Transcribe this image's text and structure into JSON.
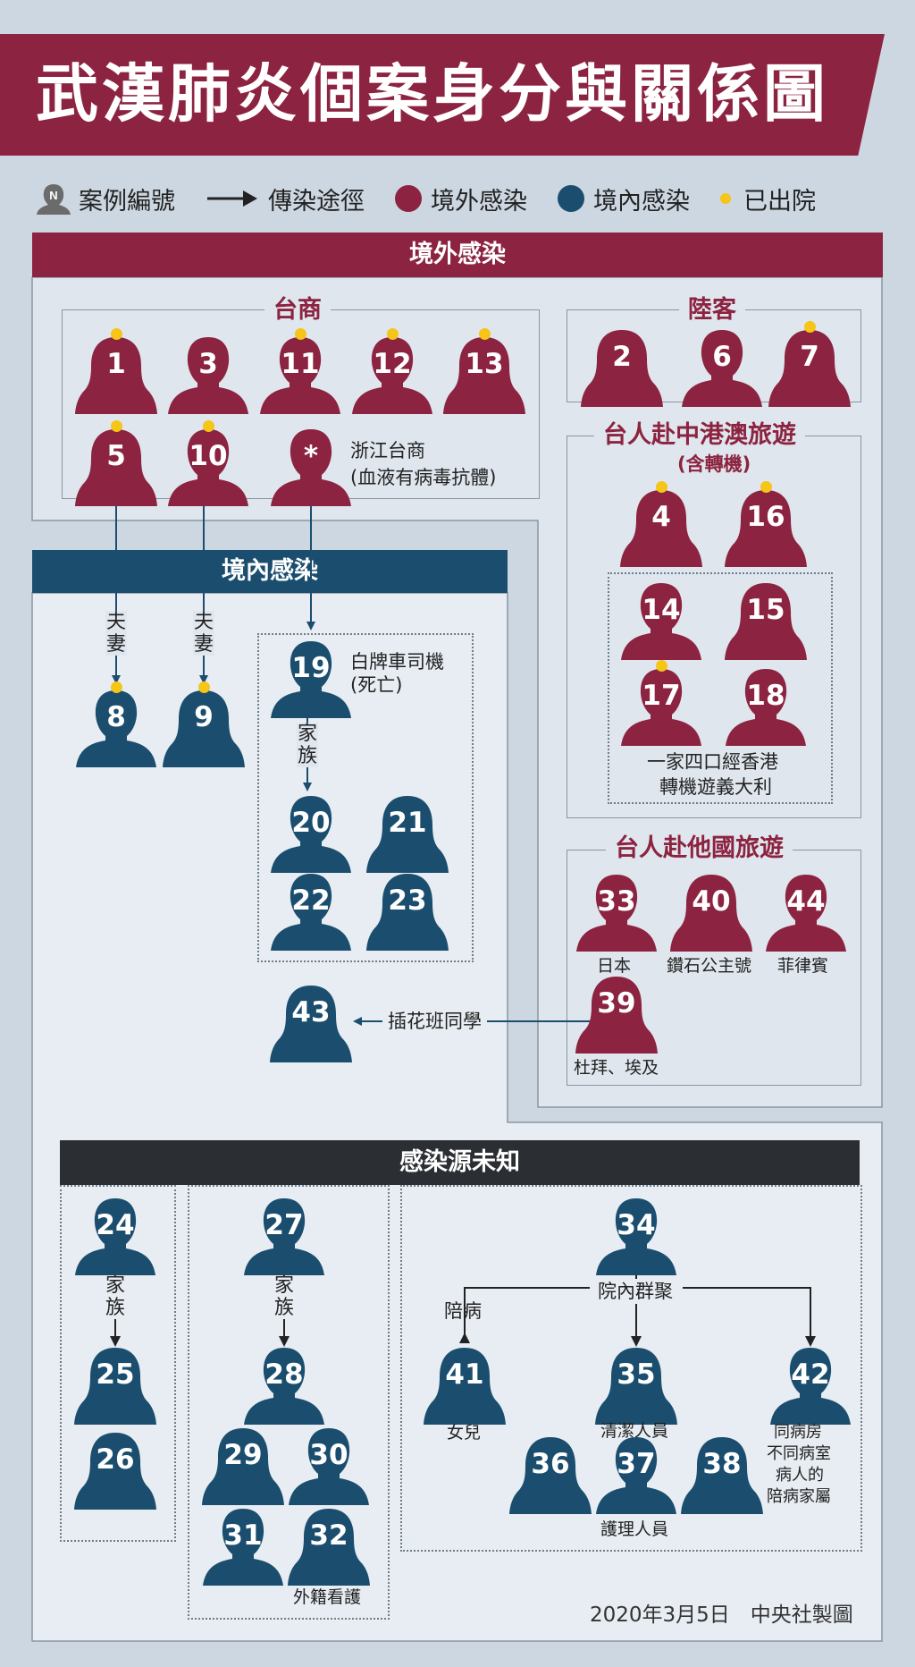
{
  "title": "武漢肺炎個案身分與關係圖",
  "legend": {
    "case_number_icon": "N",
    "case_number": "案例編號",
    "transmission": "傳染途徑",
    "imported": "境外感染",
    "local": "境內感染",
    "discharged": "已出院"
  },
  "colors": {
    "imported": "#8c2340",
    "local": "#1b4e6e",
    "discharged_dot": "#f5c518",
    "unknown_header": "#2b2e33"
  },
  "sections": {
    "imported": "境外感染",
    "local": "境內感染",
    "unknown": "感染源未知"
  },
  "groups": {
    "taishang": "台商",
    "luke": "陸客",
    "hk_macau": "台人赴中港澳旅遊",
    "hk_macau_sub": "(含轉機)",
    "other_countries": "台人赴他國旅遊"
  },
  "cases": {
    "c1": "1",
    "c3": "3",
    "c11": "11",
    "c12": "12",
    "c13": "13",
    "c5": "5",
    "c10": "10",
    "cstar": "*",
    "c2": "2",
    "c6": "6",
    "c7": "7",
    "c4": "4",
    "c16": "16",
    "c14": "14",
    "c15": "15",
    "c17": "17",
    "c18": "18",
    "c33": "33",
    "c40": "40",
    "c44": "44",
    "c39": "39",
    "c8": "8",
    "c9": "9",
    "c19": "19",
    "c20": "20",
    "c21": "21",
    "c22": "22",
    "c23": "23",
    "c43": "43",
    "c24": "24",
    "c25": "25",
    "c26": "26",
    "c27": "27",
    "c28": "28",
    "c29": "29",
    "c30": "30",
    "c31": "31",
    "c32": "32",
    "c34": "34",
    "c41": "41",
    "c35": "35",
    "c42": "42",
    "c36": "36",
    "c37": "37",
    "c38": "38"
  },
  "notes": {
    "zhejiang_1": "浙江台商",
    "zhejiang_2": "(血液有病毒抗體)",
    "family_four_1": "一家四口經香港",
    "family_four_2": "轉機遊義大利",
    "japan": "日本",
    "diamond_princess": "鑽石公主號",
    "philippines": "菲律賓",
    "dubai_egypt": "杜拜、埃及",
    "driver_1": "白牌車司機",
    "driver_2": "(死亡)",
    "spouse_a": "夫妻",
    "spouse_b": "夫妻",
    "family_a": "家族",
    "family_b": "家族",
    "family_c": "家族",
    "flower_class": "插花班同學",
    "hospital_cluster": "院內群聚",
    "accompany": "陪病",
    "daughter": "女兒",
    "cleaner": "清潔人員",
    "roommate_1": "同病房",
    "roommate_2": "不同病室",
    "roommate_3": "病人的",
    "roommate_4": "陪病家屬",
    "nurse": "護理人員",
    "foreign_caregiver": "外籍看護"
  },
  "footer": "2020年3月5日　中央社製圖"
}
